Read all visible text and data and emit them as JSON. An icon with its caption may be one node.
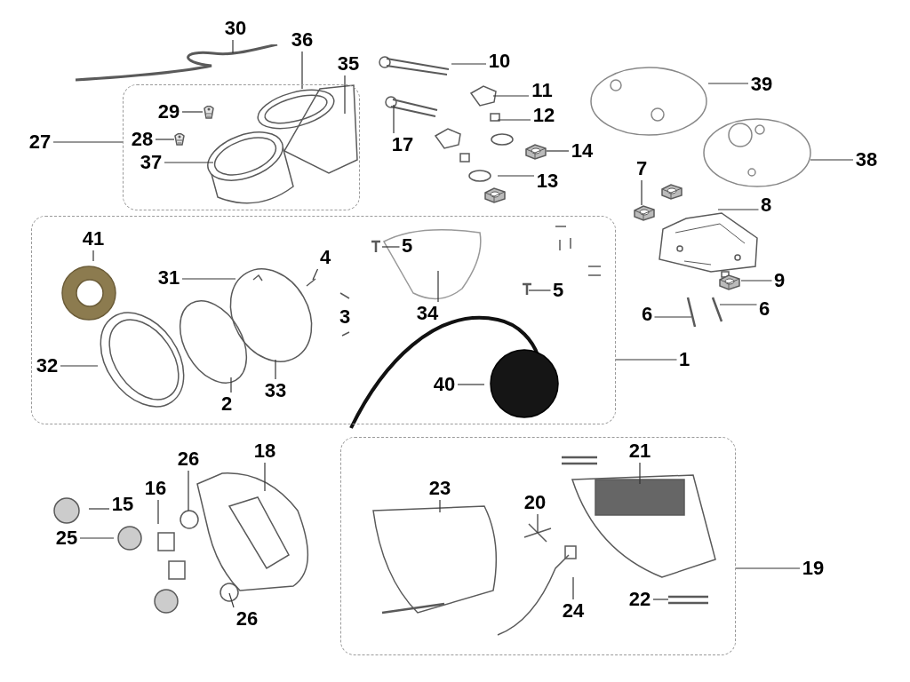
{
  "diagram": {
    "nodes": [
      {
        "text": [],
        "shape": "box"
      },
      {
        "text": [],
        "shape": "box"
      },
      {
        "text": [],
        "shape": "box"
      },
      {
        "text": [
          "30"
        ]
      },
      {
        "text": [
          "36"
        ]
      },
      {
        "text": [
          "35"
        ]
      },
      {
        "text": [
          "29"
        ],
        "in": 0
      },
      {
        "text": [
          "28"
        ],
        "in": 0
      },
      {
        "text": [
          "37"
        ],
        "in": 0
      },
      {
        "text": [
          "27"
        ]
      },
      {
        "text": [
          "10"
        ]
      },
      {
        "text": [
          "11"
        ]
      },
      {
        "text": [
          "17"
        ]
      },
      {
        "text": [
          "12"
        ]
      },
      {
        "text": [
          "14"
        ]
      },
      {
        "text": [
          "13"
        ]
      },
      {
        "text": [
          "39"
        ]
      },
      {
        "text": [
          "38"
        ]
      },
      {
        "text": [
          "7"
        ]
      },
      {
        "text": [
          "8"
        ]
      },
      {
        "text": [
          "9"
        ]
      },
      {
        "text": [
          "6"
        ]
      },
      {
        "text": [
          "6"
        ]
      },
      {
        "text": [
          "1"
        ]
      },
      {
        "text": [
          "41"
        ],
        "in": 1
      },
      {
        "text": [
          "31"
        ],
        "in": 1
      },
      {
        "text": [
          "4"
        ],
        "in": 1
      },
      {
        "text": [
          "5"
        ],
        "in": 1
      },
      {
        "text": [
          "3"
        ],
        "in": 1
      },
      {
        "text": [
          "34"
        ],
        "in": 1
      },
      {
        "text": [
          "5"
        ],
        "in": 1
      },
      {
        "text": [
          "32"
        ],
        "in": 1
      },
      {
        "text": [
          "33"
        ],
        "in": 1
      },
      {
        "text": [
          "2"
        ],
        "in": 1
      },
      {
        "text": [
          "40"
        ],
        "in": 1
      },
      {
        "text": [
          "26"
        ]
      },
      {
        "text": [
          "18"
        ]
      },
      {
        "text": [
          "16"
        ]
      },
      {
        "text": [
          "15"
        ]
      },
      {
        "text": [
          "25"
        ]
      },
      {
        "text": [
          "26"
        ]
      },
      {
        "text": [
          "23"
        ],
        "in": 2
      },
      {
        "text": [
          "21"
        ],
        "in": 2
      },
      {
        "text": [
          "20"
        ],
        "in": 2
      },
      {
        "text": [
          "22"
        ],
        "in": 2
      },
      {
        "text": [
          "24"
        ],
        "in": 2
      },
      {
        "text": [
          "19"
        ]
      },
      {
        "text": [],
        "shape": "picture",
        "in": 0
      },
      {
        "text": [],
        "shape": "picture",
        "in": 0
      },
      {
        "text": [],
        "shape": "picture",
        "in": 0
      },
      {
        "text": [],
        "shape": "picture"
      },
      {
        "text": [],
        "shape": "picture"
      },
      {
        "text": [],
        "shape": "picture"
      }
    ],
    "edges": [
      {
        "from": 3,
        "to": null,
        "arrow": "none"
      },
      {
        "from": 4,
        "to": 47,
        "arrow": "none"
      },
      {
        "from": 5,
        "to": null,
        "arrow": "none"
      },
      {
        "from": 6,
        "to": 48,
        "arrow": "none"
      },
      {
        "from": 7,
        "to": 49,
        "arrow": "none"
      },
      {
        "from": 8,
        "to": null,
        "arrow": "none"
      },
      {
        "from": 9,
        "to": 0,
        "arrow": "none"
      },
      {
        "from": 10,
        "to": null,
        "arrow": "none"
      },
      {
        "from": 11,
        "to": null,
        "arrow": "none"
      },
      {
        "from": 12,
        "to": null,
        "arrow": "none"
      },
      {
        "from": 13,
        "to": null,
        "arrow": "none"
      },
      {
        "from": 14,
        "to": 50,
        "arrow": "none"
      },
      {
        "from": 15,
        "to": null,
        "arrow": "none"
      },
      {
        "from": 16,
        "to": null,
        "arrow": "none"
      },
      {
        "from": 17,
        "to": null,
        "arrow": "none"
      },
      {
        "from": 18,
        "to": 51,
        "arrow": "none"
      },
      {
        "from": 19,
        "to": null,
        "arrow": "none"
      },
      {
        "from": 20,
        "to": 52,
        "arrow": "none"
      },
      {
        "from": 21,
        "to": null,
        "arrow": "none"
      },
      {
        "from": 22,
        "to": null,
        "arrow": "none"
      },
      {
        "from": 23,
        "to": 1,
        "arrow": "none"
      },
      {
        "from": 24,
        "to": null,
        "arrow": "none"
      },
      {
        "from": 25,
        "to": null,
        "arrow": "none"
      },
      {
        "from": 26,
        "to": null,
        "arrow": "none"
      },
      {
        "from": 27,
        "to": null,
        "arrow": "none"
      },
      {
        "from": 29,
        "to": null,
        "arrow": "none"
      },
      {
        "from": 30,
        "to": null,
        "arrow": "none"
      },
      {
        "from": 31,
        "to": null,
        "arrow": "none"
      },
      {
        "from": 32,
        "to": null,
        "arrow": "none"
      },
      {
        "from": 33,
        "to": null,
        "arrow": "none"
      },
      {
        "from": 34,
        "to": null,
        "arrow": "none"
      },
      {
        "from": 35,
        "to": null,
        "arrow": "none"
      },
      {
        "from": 36,
        "to": null,
        "arrow": "none"
      },
      {
        "from": 37,
        "to": null,
        "arrow": "none"
      },
      {
        "from": 38,
        "to": null,
        "arrow": "none"
      },
      {
        "from": 39,
        "to": null,
        "arrow": "none"
      },
      {
        "from": 40,
        "to": null,
        "arrow": "none"
      },
      {
        "from": 41,
        "to": null,
        "arrow": "none"
      },
      {
        "from": 42,
        "to": null,
        "arrow": "none"
      },
      {
        "from": 43,
        "to": null,
        "arrow": "none"
      },
      {
        "from": 44,
        "to": null,
        "arrow": "none"
      },
      {
        "from": 45,
        "to": null,
        "arrow": "none"
      },
      {
        "from": 46,
        "to": 2,
        "arrow": "none"
      }
    ]
  }
}
